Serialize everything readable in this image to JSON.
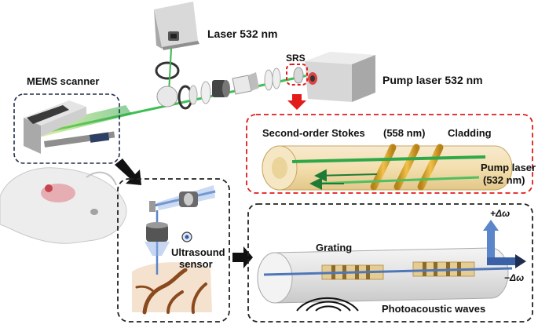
{
  "labels": {
    "laser_top": "Laser 532 nm",
    "srs": "SRS",
    "pump_laser_box": "Pump laser 532 nm",
    "mems_scanner": "MEMS scanner",
    "second_order_stokes": "Second-order Stokes",
    "stokes_wavelength": "(558 nm)",
    "cladding": "Cladding",
    "pump_laser_fiber": "Pump laser",
    "pump_wavelength": "(532 nm)",
    "ultrasound_line1": "Ultrasound",
    "ultrasound_line2": "sensor",
    "grating": "Grating",
    "plus_dw": "+Δω",
    "minus_dw": "−Δω",
    "photoacoustic": "Photoacoustic waves"
  },
  "colors": {
    "red_dash": "#e21b1b",
    "black_dash": "#222222",
    "navy_dash": "#1f2d4f",
    "green_beam": "#39b54a",
    "blue_beam": "#5b86c9",
    "fiber_yellow": "#f2deac",
    "grating_gold": "#d9a62a",
    "tissue_brown": "#8a4a1e"
  }
}
